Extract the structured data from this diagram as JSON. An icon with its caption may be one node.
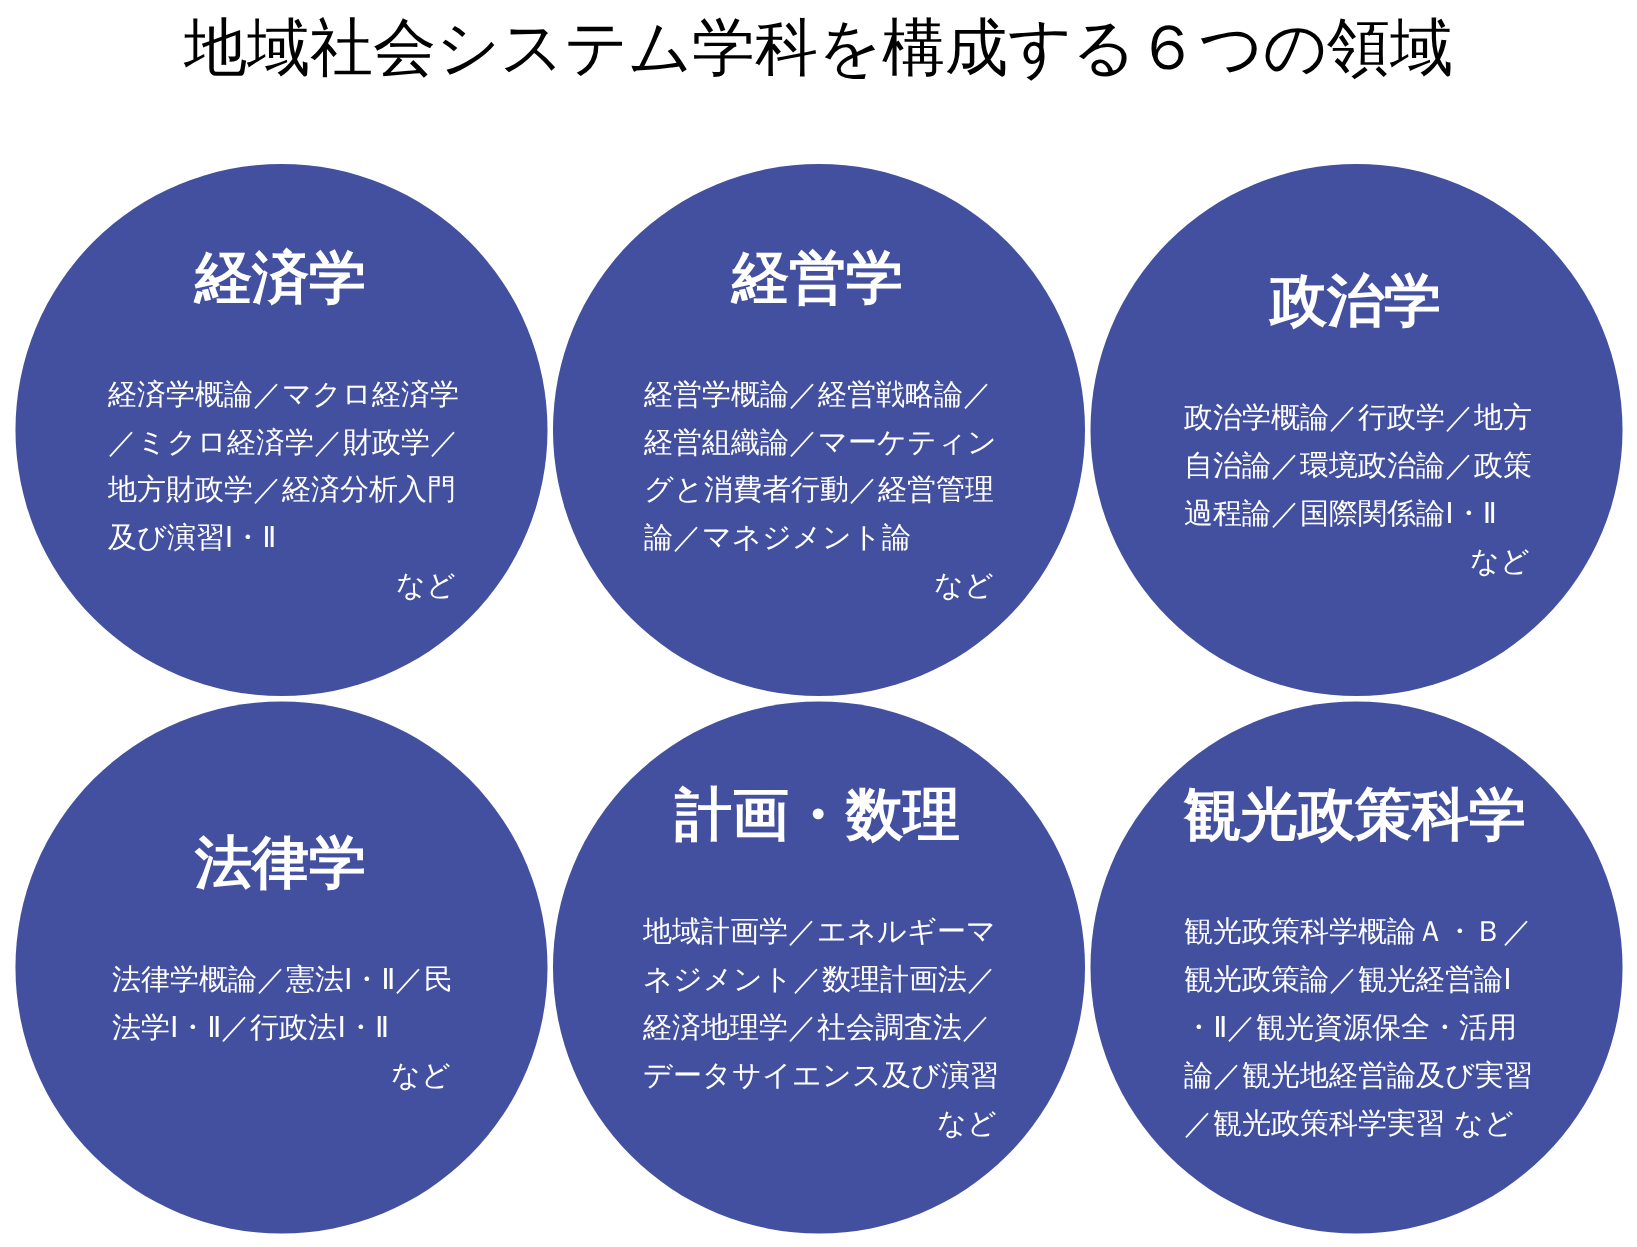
{
  "diagram": {
    "title": "地域社会システム学科を構成する６つの領域",
    "nodes": [
      {
        "text": [
          "経済学",
          "経済学概論／マクロ経済学／ミクロ経済学／財政学／地方財政学／経済分析入門及び演習Ⅰ・Ⅱ",
          "など"
        ]
      },
      {
        "text": [
          "経営学",
          "経営学概論／経営戦略論／経営組織論／マーケティングと消費者行動／経営管理論／マネジメント論",
          "など"
        ]
      },
      {
        "text": [
          "政治学",
          "政治学概論／行政学／地方自治論／環境政治論／政策過程論／国際関係論Ⅰ・Ⅱ",
          "など"
        ]
      },
      {
        "text": [
          "法律学",
          "法律学概論／憲法Ⅰ・Ⅱ／民法学Ⅰ・Ⅱ／行政法Ⅰ・Ⅱ",
          "など"
        ]
      },
      {
        "text": [
          "計画・数理",
          "地域計画学／エネルギーマネジメント／数理計画法／経済地理学／社会調査法／データサイエンス及び演習",
          "など"
        ]
      },
      {
        "text": [
          "観光政策科学",
          "観光政策科学概論Ａ・Ｂ／観光政策論／観光経営論Ⅰ・Ⅱ／観光資源保全・活用論／観光地経営論及び実習／観光政策科学実習 など"
        ]
      }
    ]
  }
}
